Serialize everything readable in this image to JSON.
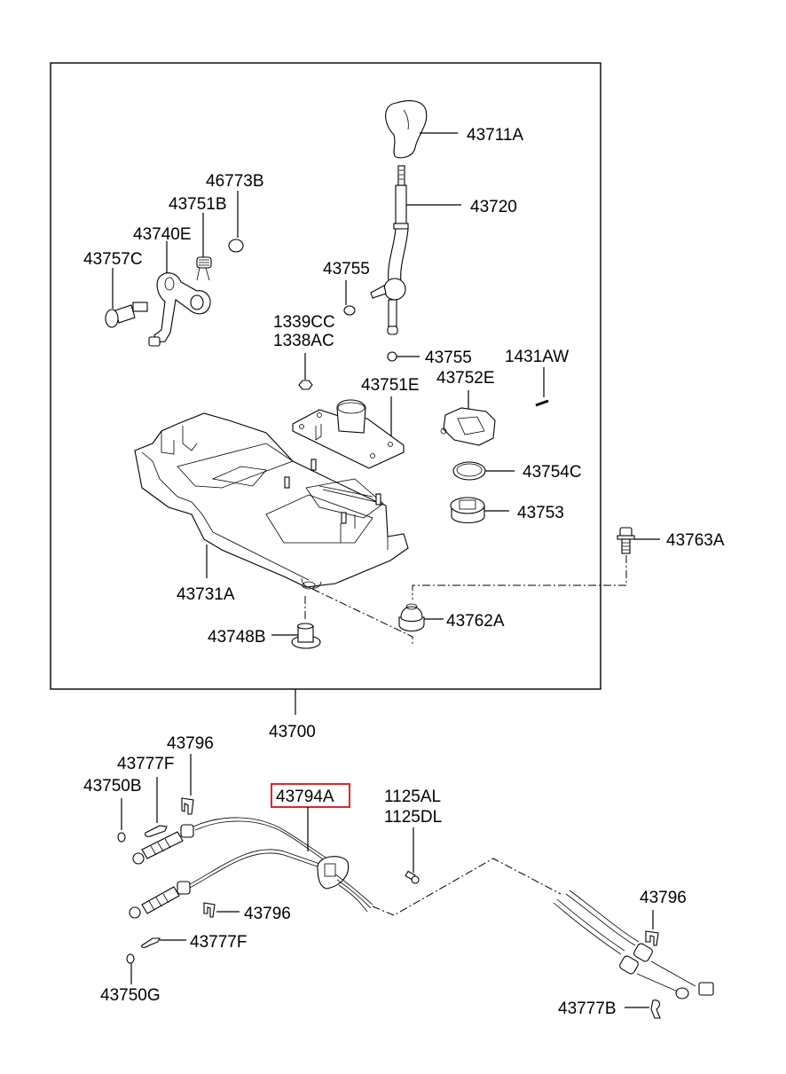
{
  "diagram": {
    "title": "Shift lever assembly parts diagram",
    "highlight_color": "#e0262b",
    "assembly_label": "43700",
    "labels": {
      "knob": "43711A",
      "lever": "43720",
      "stopper": "46773B",
      "spring": "43751B",
      "lever_arm": "43740E",
      "pin": "43757C",
      "bushing_upper": "43755",
      "nut_a": "1339CC",
      "nut_b": "1338AC",
      "bushing_lower": "43755",
      "pin_small": "1431AW",
      "bracket": "43751E",
      "guide": "43752E",
      "ring": "43754C",
      "seat": "43753",
      "bolt": "43763A",
      "housing": "43731A",
      "grommet": "43762A",
      "collar": "43748B",
      "clip_top": "43796",
      "pin_top": "43777F",
      "washer_top": "43750B",
      "cable": "43794A",
      "screw_a": "1125AL",
      "screw_b": "1125DL",
      "clip_mid": "43796",
      "pin_mid": "43777F",
      "washer_bottom": "43750G",
      "clip_right": "43796",
      "pin_right": "43777B"
    }
  }
}
